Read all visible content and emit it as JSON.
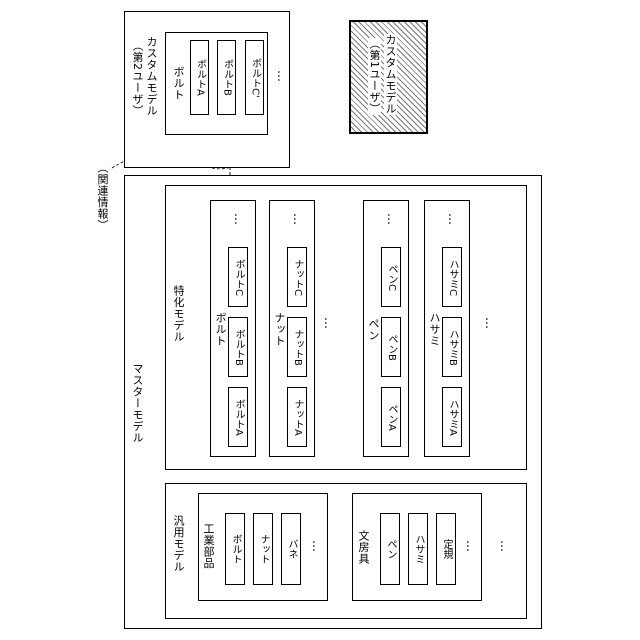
{
  "custom_model_user2": {
    "title": "カスタムモデル",
    "subtitle": "（第2ユーザ）",
    "group_label": "ボルト",
    "items": [
      "ボルトA",
      "ボルトB",
      "ボルトC'"
    ],
    "ellipsis": "…"
  },
  "custom_model_user1": {
    "title": "カスタムモデル",
    "subtitle": "（第1ユーザ）"
  },
  "related_info_label": "（関連情報）",
  "master_model": {
    "title": "マスターモデル",
    "specialized_model": {
      "title": "特化モデル",
      "groups": [
        {
          "label": "ボルト",
          "items": [
            "ボルトA",
            "ボルトB",
            "ボルトC"
          ],
          "ellipsis": "…"
        },
        {
          "label": "ナット",
          "items": [
            "ナットA",
            "ナットB",
            "ナットC"
          ],
          "ellipsis": "…"
        },
        {
          "label": "ペン",
          "items": [
            "ペンA",
            "ペンB",
            "ペンC"
          ],
          "ellipsis": "…"
        },
        {
          "label": "ハサミ",
          "items": [
            "ハサミA",
            "ハサミB",
            "ハサミC"
          ],
          "ellipsis": "…"
        }
      ],
      "between_ellipsis": "…"
    },
    "general_model": {
      "title": "汎用モデル",
      "groups": [
        {
          "label": "工業部品",
          "items": [
            "ボルト",
            "ナット",
            "バネ"
          ],
          "ellipsis": "…"
        },
        {
          "label": "文房具",
          "items": [
            "ペン",
            "ハサミ",
            "定規"
          ],
          "ellipsis": "…"
        }
      ],
      "between_ellipsis": "…"
    }
  }
}
